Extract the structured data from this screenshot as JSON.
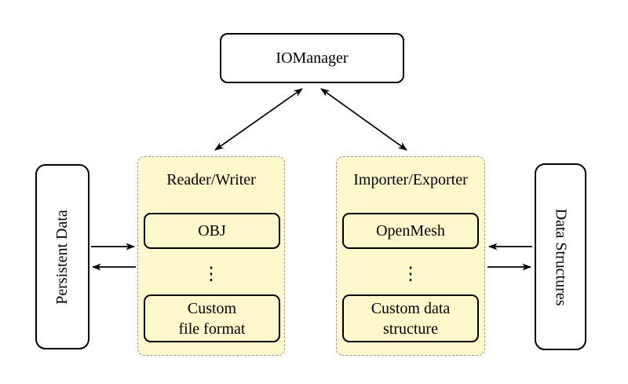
{
  "colors": {
    "background": "#FFFFFF",
    "group_fill": "#FCF8CC",
    "group_dashed_border": "#979797",
    "node_border": "#000000",
    "arrow": "#000000"
  },
  "nodes": {
    "iomanager": {
      "label": "IOManager"
    },
    "persistent_data": {
      "label": "Persistent Data"
    },
    "data_structures": {
      "label": "Data Structures"
    },
    "reader_writer": {
      "title": "Reader/Writer",
      "box1": {
        "line1": "OBJ"
      },
      "ellipsis": "⋮",
      "box2": {
        "line1": "Custom",
        "line2": "file format"
      }
    },
    "importer_exporter": {
      "title": "Importer/Exporter",
      "box1": {
        "line1": "OpenMesh"
      },
      "ellipsis": "⋮",
      "box2": {
        "line1": "Custom data",
        "line2": "structure"
      }
    }
  },
  "connections": [
    {
      "from": "IOManager",
      "to": "Reader/Writer",
      "style": "double-arrow"
    },
    {
      "from": "IOManager",
      "to": "Importer/Exporter",
      "style": "double-arrow"
    },
    {
      "from": "Persistent Data",
      "to": "Reader/Writer",
      "style": "arrow"
    },
    {
      "from": "Reader/Writer",
      "to": "Persistent Data",
      "style": "arrow"
    },
    {
      "from": "Data Structures",
      "to": "Importer/Exporter",
      "style": "arrow"
    },
    {
      "from": "Importer/Exporter",
      "to": "Data Structures",
      "style": "arrow"
    }
  ]
}
